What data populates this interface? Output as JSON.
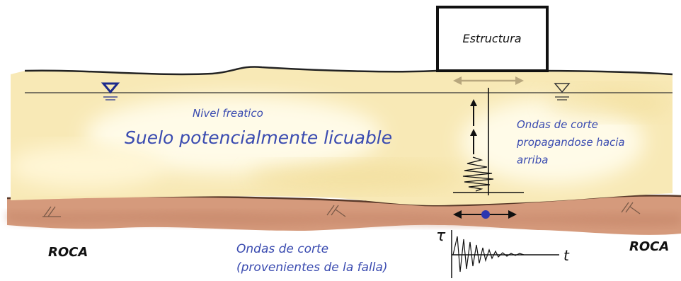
{
  "labels": {
    "structure": "Estructura",
    "water_table": "Nivel freatico",
    "soil": "Suelo potencialmente licuable",
    "waves_up_line1": "Ondas de corte",
    "waves_up_line2": "propagandose hacia",
    "waves_up_line3": "arriba",
    "rock_left": "ROCA",
    "rock_right": "ROCA",
    "fault_waves_line1": "Ondas de corte",
    "fault_waves_line2": "(provenientes de la falla)",
    "tau_axis": "τ",
    "time_axis": "t"
  },
  "colors": {
    "soil": "#f8e9b6",
    "soil_highlight": "#fffbe8",
    "rock": "#d59a7c",
    "rock_dark": "#b9765a",
    "text_blue": "#3a4bb0",
    "text_black": "#111111",
    "water_symbol": "#1c2a8c",
    "arrow_tan": "#b8a77e"
  },
  "icons": {
    "water_table_left": "inverted-triangle-water-level-icon",
    "water_table_right": "inverted-triangle-water-level-icon",
    "rock_hatch": "rock-hatch-icon"
  }
}
